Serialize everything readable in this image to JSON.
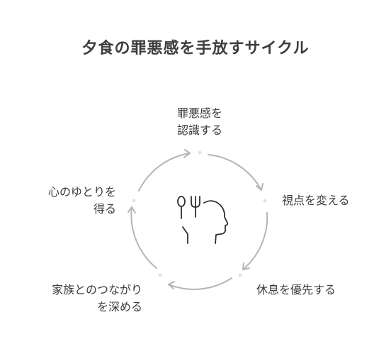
{
  "title": "夕食の罪悪感を手放すサイクル",
  "steps": [
    {
      "line1": "罪悪感を",
      "line2": "認識する"
    },
    {
      "line1": "視点を変える",
      "line2": ""
    },
    {
      "line1": "休息を優先する",
      "line2": ""
    },
    {
      "line1": "家族とのつながり",
      "line2": "を深める"
    },
    {
      "line1": "心のゆとりを",
      "line2": "得る"
    }
  ],
  "center_icon": "head-with-utensils-icon",
  "colors": {
    "arc": "#b5b5b5",
    "dot": "#e2e2e2",
    "text": "#3a3a3a",
    "icon": "#2f2f2f"
  }
}
